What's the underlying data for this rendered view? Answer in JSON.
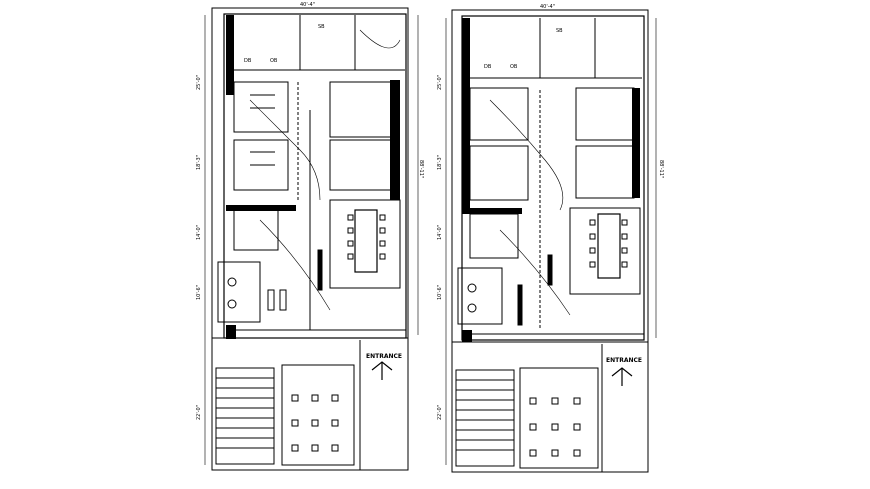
{
  "labels": {
    "entrance": "ENTRANCE",
    "dims": {
      "overall_depth": "88'-11\"",
      "front_width": "40'-4\"",
      "side_a": "25'-0\"",
      "side_b": "18'-3\"",
      "side_c": "14'-0\"",
      "side_d": "10'-6\"",
      "rear": "22'-0\""
    },
    "room_codes": [
      "DB",
      "OB",
      "SB"
    ]
  },
  "colors": {
    "line": "#000000",
    "wall": "#000000",
    "background": "#ffffff"
  },
  "icons": [
    "entrance-arrow-icon",
    "door-swing-icon",
    "light-fixture-icon",
    "switch-icon"
  ]
}
